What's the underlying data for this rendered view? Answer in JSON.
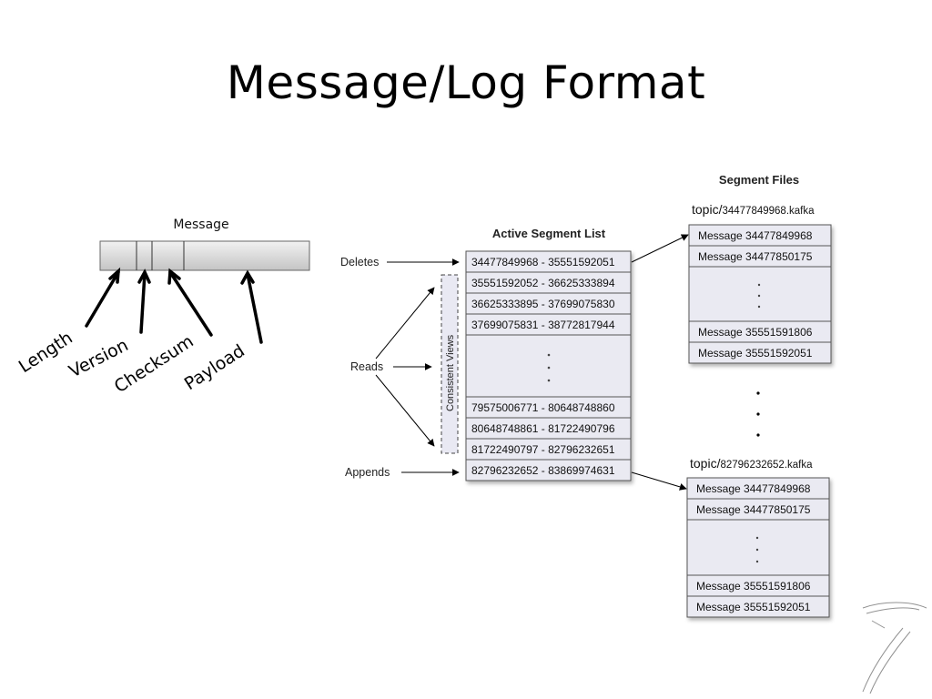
{
  "slide": {
    "title": "Message/Log Format"
  },
  "message_diagram": {
    "label": "Message",
    "fields": [
      "Length",
      "Version",
      "Checksum",
      "Payload"
    ]
  },
  "operations": {
    "deletes": "Deletes",
    "reads": "Reads",
    "appends": "Appends"
  },
  "consistent_views_label": "Consistent Views",
  "active_segment_list": {
    "title": "Active Segment List",
    "top_rows": [
      "34477849968 - 35551592051",
      "35551592052 - 36625333894",
      "36625333895 - 37699075830",
      "37699075831 - 38772817944"
    ],
    "bottom_rows": [
      "79575006771 - 80648748860",
      "80648748861 - 81722490796",
      "81722490797 - 82796232651",
      "82796232652 - 83869974631"
    ]
  },
  "segment_files": {
    "title": "Segment Files",
    "files": [
      {
        "prefix": "topic/",
        "name": "34477849968.kafka",
        "top_rows": [
          "Message 34477849968",
          "Message 34477850175"
        ],
        "bottom_rows": [
          "Message 35551591806",
          "Message 35551592051"
        ]
      },
      {
        "prefix": "topic/",
        "name": "82796232652.kafka",
        "top_rows": [
          "Message 34477849968",
          "Message 34477850175"
        ],
        "bottom_rows": [
          "Message 35551591806",
          "Message 35551592051"
        ]
      }
    ]
  }
}
